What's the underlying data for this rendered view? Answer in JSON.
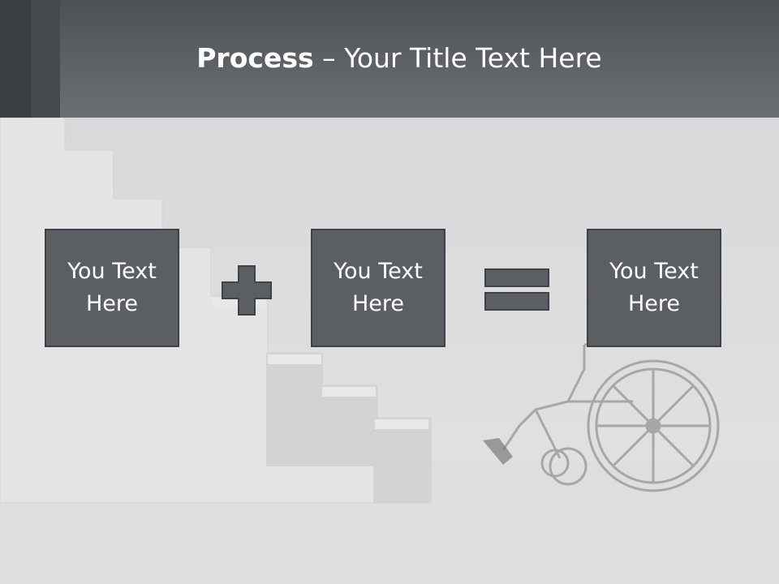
{
  "title": {
    "bold": "Process",
    "rest": " – Your Title Text Here"
  },
  "boxes": [
    {
      "text": "You Text Here"
    },
    {
      "text": "You Text Here"
    },
    {
      "text": "You Text Here"
    }
  ],
  "operators": [
    "plus-icon",
    "equals-icon"
  ],
  "colors": {
    "header": "#5c6065",
    "box": "#5b5f64",
    "box_border": "#404346",
    "background": "#dadbdb"
  }
}
